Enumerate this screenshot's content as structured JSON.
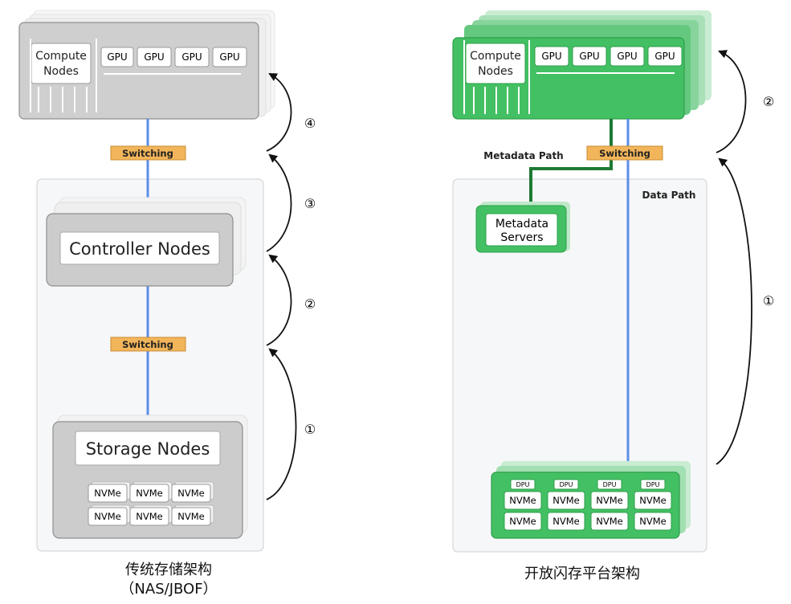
{
  "left": {
    "compute": {
      "label_line1": "Compute",
      "label_line2": "Nodes",
      "gpus": [
        "GPU",
        "GPU",
        "GPU",
        "GPU"
      ]
    },
    "switch_top": "Switching",
    "controller": "Controller Nodes",
    "switch_bottom": "Switching",
    "storage": "Storage Nodes",
    "nvme": [
      "NVMe",
      "NVMe",
      "NVMe",
      "NVMe",
      "NVMe",
      "NVMe"
    ],
    "arrows": [
      "④",
      "③",
      "②",
      "①"
    ],
    "caption_line1": "传统存储架构",
    "caption_line2": "（NAS/JBOF）"
  },
  "right": {
    "compute": {
      "label_line1": "Compute",
      "label_line2": "Nodes",
      "gpus": [
        "GPU",
        "GPU",
        "GPU",
        "GPU"
      ]
    },
    "switch": "Switching",
    "metadata_path": "Metadata Path",
    "data_path": "Data Path",
    "metadata_servers_line1": "Metadata",
    "metadata_servers_line2": "Servers",
    "dpus": [
      "DPU",
      "DPU",
      "DPU",
      "DPU"
    ],
    "nvme": [
      "NVMe",
      "NVMe",
      "NVMe",
      "NVMe",
      "NVMe",
      "NVMe",
      "NVMe",
      "NVMe"
    ],
    "arrows": [
      "②",
      "①"
    ],
    "caption": "开放闪存平台架构"
  },
  "colors": {
    "green": "#43c063",
    "dark_green": "#1e7a34",
    "blue": "#5b8ee8",
    "switch": "#f2b55a",
    "gray": "#c8c8c8"
  }
}
